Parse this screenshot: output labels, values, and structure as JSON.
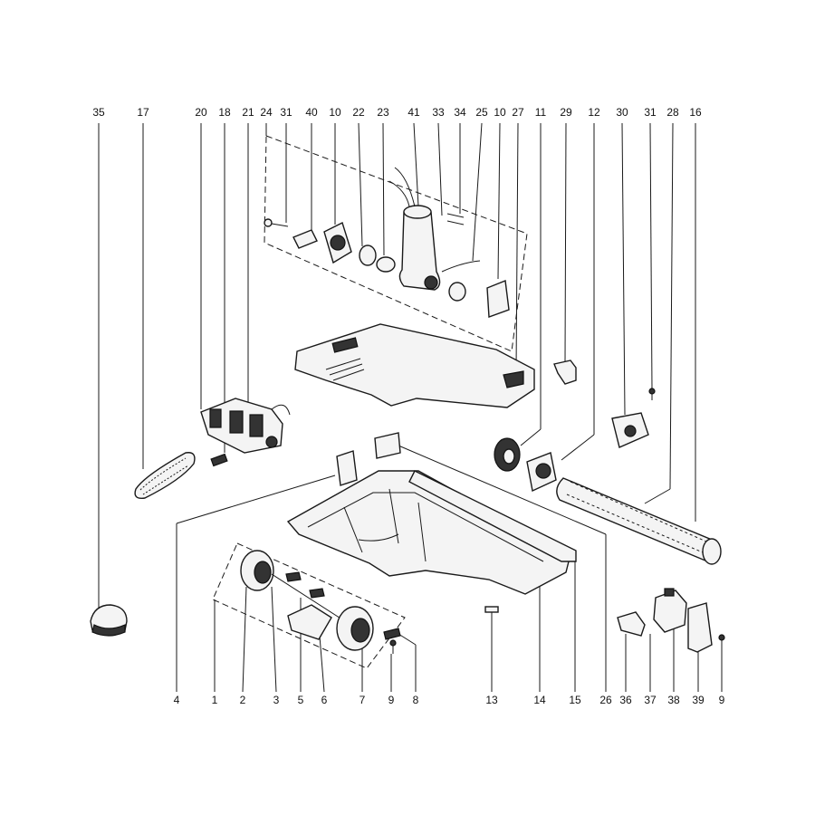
{
  "top_labels": [
    "35",
    "17",
    "20",
    "18",
    "21",
    "24",
    "31",
    "40",
    "10",
    "22",
    "23",
    "41",
    "33",
    "34",
    "25",
    "10",
    "27",
    "11",
    "29",
    "12",
    "30",
    "31",
    "28",
    "16"
  ],
  "bottom_labels": [
    "4",
    "1",
    "2",
    "3",
    "5",
    "6",
    "7",
    "9",
    "8",
    "13",
    "14",
    "15",
    "26",
    "36",
    "37",
    "38",
    "39",
    "9"
  ]
}
